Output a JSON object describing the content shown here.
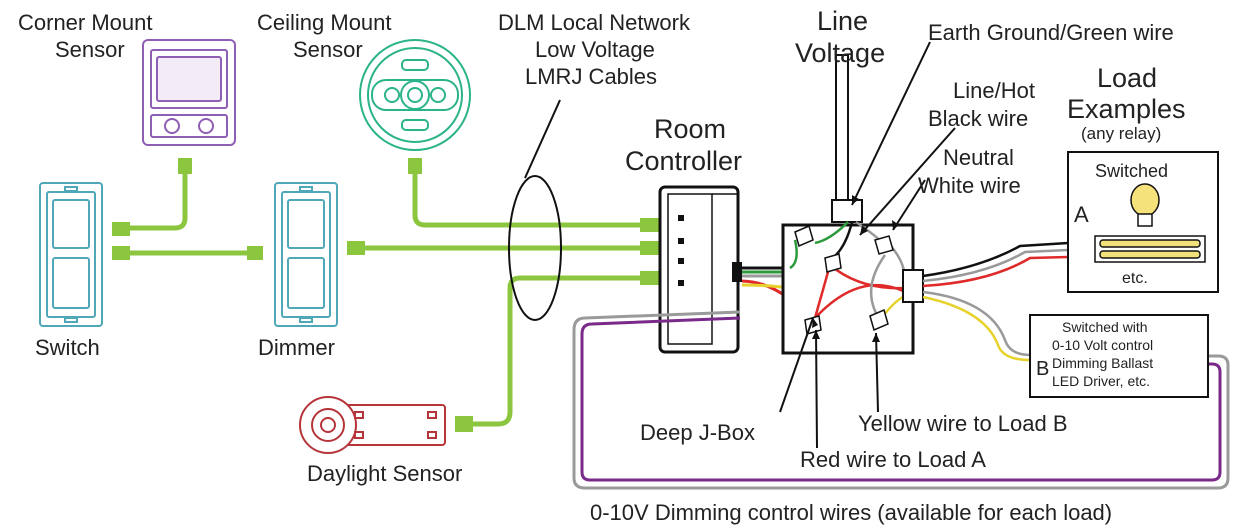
{
  "labels": {
    "corner_mount_1": "Corner Mount",
    "corner_mount_2": "Sensor",
    "ceiling_mount_1": "Ceiling Mount",
    "ceiling_mount_2": "Sensor",
    "dlm_1": "DLM Local Network",
    "dlm_2": "Low Voltage",
    "dlm_3": "LMRJ Cables",
    "line_voltage_1": "Line",
    "line_voltage_2": "Voltage",
    "earth_ground": "Earth Ground/Green wire",
    "line_hot_1": "Line/Hot",
    "line_hot_2": "Black wire",
    "load_examples_1": "Load",
    "load_examples_2": "Examples",
    "any_relay": "(any relay)",
    "room_controller_1": "Room",
    "room_controller_2": "Controller",
    "neutral_1": "Neutral",
    "neutral_2": "White wire",
    "switched": "Switched",
    "load_a": "A",
    "etc": "etc.",
    "switch": "Switch",
    "dimmer": "Dimmer",
    "switched_with_1": "Switched with",
    "switched_with_2": "0-10 Volt control",
    "switched_with_3": "Dimming Ballast",
    "switched_with_4": "LED Driver, etc.",
    "load_b": "B",
    "deep_jbox": "Deep J-Box",
    "yellow_wire": "Yellow wire to Load B",
    "red_wire": "Red wire to Load A",
    "daylight_sensor": "Daylight Sensor",
    "dimming_wires": "0-10V Dimming control wires (available for each load)"
  },
  "colors": {
    "cable_green": "#8cc63f",
    "corner_sensor": "#8e5fb5",
    "ceiling_sensor": "#2bb38a",
    "switch_teal": "#4fa7b8",
    "daylight_red": "#b5353a",
    "wire_red": "#e02a2a",
    "wire_yellow": "#e6d22b",
    "wire_green": "#2c9a3a",
    "wire_purple": "#7a2a8a",
    "wire_gray": "#9a9a9a",
    "bulb_yellow": "#f5e27a",
    "tube_yellow": "#f2e07a"
  }
}
